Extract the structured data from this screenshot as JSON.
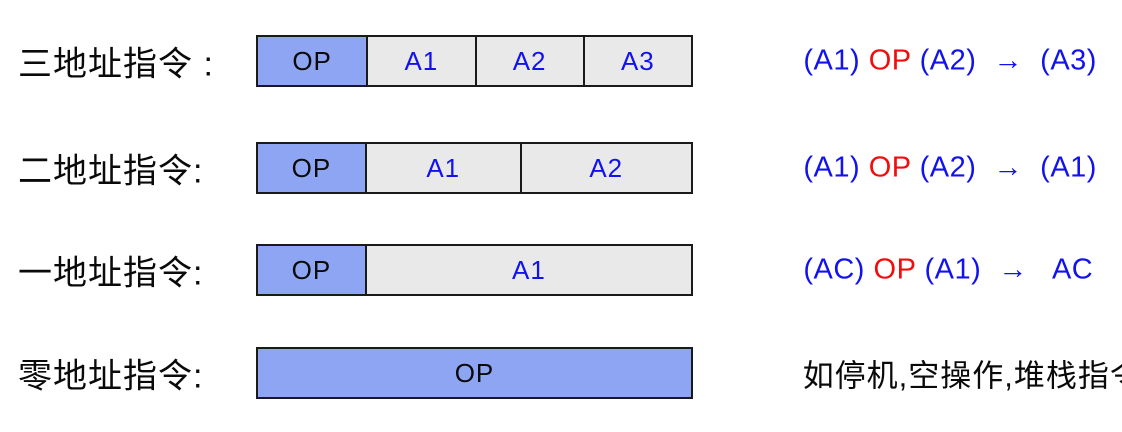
{
  "colors": {
    "op_fill": "#8da5f2",
    "addr_fill": "#e9e9e9",
    "border": "#1a1a1a",
    "blue": "#1212ee",
    "red": "#f20d0d",
    "black": "#0a0a0a"
  },
  "rows": [
    {
      "name": "three-address",
      "label": "三地址指令 :",
      "cells": [
        {
          "text": "OP",
          "type": "op"
        },
        {
          "text": "A1",
          "type": "addr"
        },
        {
          "text": "A2",
          "type": "addr"
        },
        {
          "text": "A3",
          "type": "addr"
        }
      ],
      "formula": [
        {
          "text": "(A1) ",
          "color": "blue"
        },
        {
          "text": "OP",
          "color": "red"
        },
        {
          "text": " (A2)  ",
          "color": "blue"
        },
        {
          "text": "→",
          "color": "blue"
        },
        {
          "text": "  (A3)",
          "color": "blue"
        }
      ]
    },
    {
      "name": "two-address",
      "label": "二地址指令:",
      "cells": [
        {
          "text": "OP",
          "type": "op"
        },
        {
          "text": "A1",
          "type": "addr"
        },
        {
          "text": "A2",
          "type": "addr"
        }
      ],
      "formula": [
        {
          "text": "(A1) ",
          "color": "blue"
        },
        {
          "text": "OP",
          "color": "red"
        },
        {
          "text": " (A2)  ",
          "color": "blue"
        },
        {
          "text": "→",
          "color": "blue"
        },
        {
          "text": "  (A1)",
          "color": "blue"
        }
      ]
    },
    {
      "name": "one-address",
      "label": "一地址指令:",
      "cells": [
        {
          "text": "OP",
          "type": "op"
        },
        {
          "text": "A1",
          "type": "addr"
        }
      ],
      "formula": [
        {
          "text": "(AC) ",
          "color": "blue"
        },
        {
          "text": "OP",
          "color": "red"
        },
        {
          "text": " (A1)  ",
          "color": "blue"
        },
        {
          "text": "→",
          "color": "blue"
        },
        {
          "text": "   AC",
          "color": "blue"
        }
      ]
    },
    {
      "name": "zero-address",
      "label": "零地址指令:",
      "cells": [
        {
          "text": "OP",
          "type": "op"
        }
      ],
      "formula": [
        {
          "text": "如停机,空操作,堆栈指令",
          "color": "black"
        }
      ]
    }
  ]
}
